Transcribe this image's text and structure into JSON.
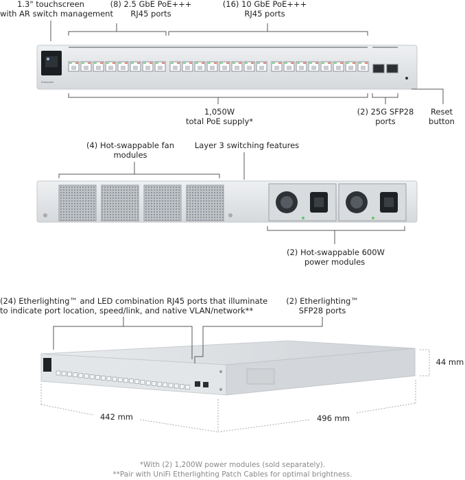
{
  "callouts": {
    "touchscreen": [
      "1.3\" touchscreen",
      "with AR switch management"
    ],
    "ports_25g": [
      "(8) 2.5 GbE PoE+++",
      "RJ45 ports"
    ],
    "ports_10g": [
      "(16) 10 GbE PoE+++",
      "RJ45 ports"
    ],
    "poe_supply": [
      "1,050W",
      "total PoE supply*"
    ],
    "sfp28": [
      "(2) 25G SFP28",
      "ports"
    ],
    "reset": [
      "Reset",
      "button"
    ],
    "fans": [
      "(4) Hot-swappable fan",
      "modules"
    ],
    "layer3": [
      "Layer 3 switching features"
    ],
    "power": [
      "(2) Hot-swappable 600W",
      "power modules"
    ],
    "etherlighting_rj45": [
      "(24) Etherlighting™ and LED combination RJ45 ports that illuminate",
      "to indicate port location, speed/link, and native VLAN/network**"
    ],
    "etherlighting_sfp": [
      "(2) Etherlighting™",
      "SFP28 ports"
    ]
  },
  "dimensions": {
    "height": "44 mm",
    "width": "442 mm",
    "depth": "496 mm"
  },
  "footnotes": [
    "*With (2) 1,200W power modules (sold separately).",
    "**Pair with UniFi Etherlighting Patch Cables for optimal brightness."
  ],
  "colors": {
    "chassis": "#e4e6e8",
    "chassis_edge": "#c9ccd0",
    "leader_line": "#555555",
    "port_led_green": "#7fd08a",
    "port_led_red": "#e07a6a"
  }
}
